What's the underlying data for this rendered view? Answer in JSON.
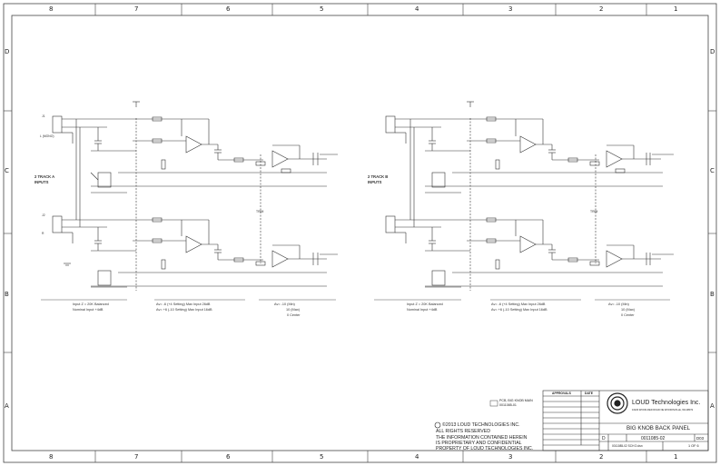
{
  "frame": {
    "columns": [
      "8",
      "7",
      "6",
      "5",
      "4",
      "3",
      "2",
      "1"
    ],
    "rows": [
      "D",
      "C",
      "B",
      "A"
    ]
  },
  "left_channel": {
    "block_label": "2 TRACK A\nINPUTS",
    "jack_top": "J1",
    "jack_top_label": "L (MONO)",
    "jack_bottom": "J2",
    "jack_bottom_label": "R",
    "trim_label": "TRIM",
    "notes": {
      "input_gain": "Input Z = 20K Balanced",
      "nominal": "Nominal Input +4dB",
      "av_a": "Av= -6 (+4 Setting) Max Input 26dB",
      "av_b": "Av= +6 (-10 Setting) Max Input 16dB",
      "av_c": "Av= -10 (Min)",
      "av_d": "10 (Max)",
      "av_e": "0 Center"
    }
  },
  "right_channel": {
    "block_label": "2 TRACK B\nINPUTS",
    "trim_label": "TRIM",
    "notes": {
      "input_gain": "Input Z = 20K Balanced",
      "nominal": "Nominal Input +4dB",
      "av_a": "Av= -6 (+4 Setting) Max Input 26dB",
      "av_b": "Av= +6 (-10 Setting) Max Input 16dB",
      "av_c": "Av= -10 (Min)",
      "av_d": "10 (Max)",
      "av_e": "0 Center"
    }
  },
  "pcb_note": "PCB, BIG KNOB MAIN",
  "pcb_number": "0011085-01",
  "copyright": {
    "line1": "©2013 LOUD TECHNOLOGIES INC.",
    "line2": "ALL RIGHTS RESERVED",
    "line3": "THE INFORMATION CONTAINED HEREIN",
    "line4": "IS PROPRIETARY AND CONFIDENTIAL",
    "line5": "PROPERTY OF LOUD TECHNOLOGIES INC."
  },
  "title_block": {
    "approvals_header": "APPROVALS",
    "date_header": "DATE",
    "company": "LOUD Technologies Inc.",
    "company_sub": "16220 WOOD-RED ROAD NE WOODINVILLE, WA 98072",
    "title": "BIG KNOB BACK PANEL",
    "doc_number": "0011085-02",
    "size": "D",
    "rev": "D03",
    "sheet": "1 OF 6",
    "filename": "0011085-02 SCH D.dsn"
  }
}
